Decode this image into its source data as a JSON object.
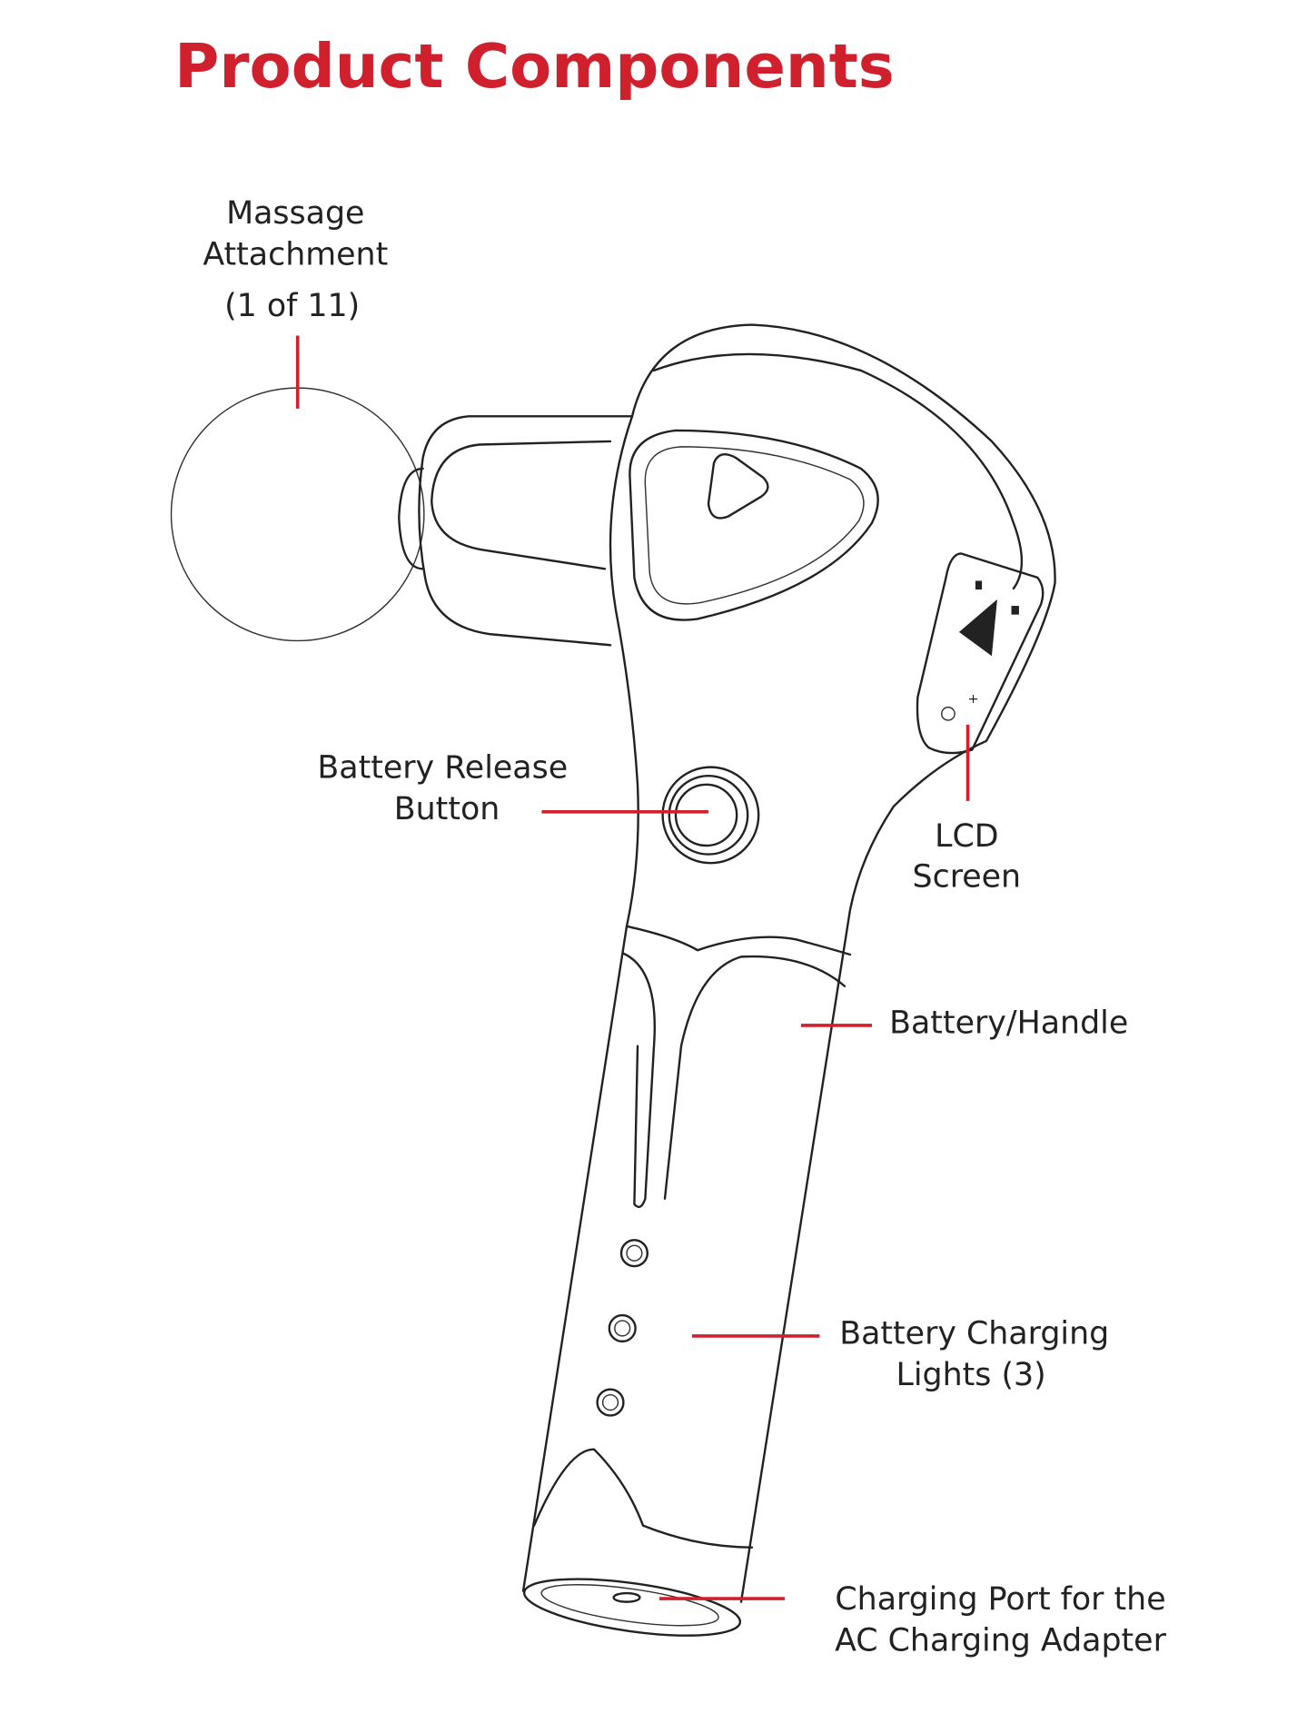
{
  "title": "Product Components",
  "accent_color": "#d0202e",
  "labels": {
    "massage_attachment": [
      "Massage",
      "Attachment",
      "(1 of 11)"
    ],
    "battery_release_button": [
      "Battery Release",
      "Button"
    ],
    "lcd_screen": [
      "LCD",
      "Screen"
    ],
    "battery_handle": "Battery/Handle",
    "battery_charging_lights": [
      "Battery Charging",
      "Lights (3)"
    ],
    "charging_port": [
      "Charging Port for the",
      "AC Charging Adapter"
    ]
  }
}
